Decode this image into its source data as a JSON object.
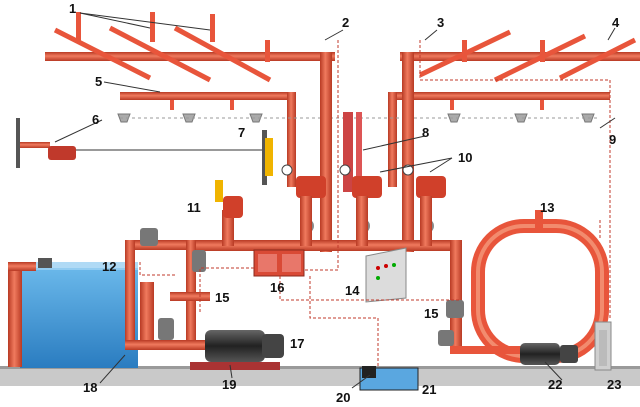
{
  "labels": {
    "l1": "1",
    "l2": "2",
    "l3": "3",
    "l4": "4",
    "l5": "5",
    "l6": "6",
    "l7": "7",
    "l8": "8",
    "l9": "9",
    "l10": "10",
    "l11": "11",
    "l12": "12",
    "l13": "13",
    "l14": "14",
    "l15a": "15",
    "l15b": "15",
    "l16": "16",
    "l17": "17",
    "l18": "18",
    "l19": "19",
    "l20": "20",
    "l21": "21",
    "l22": "22",
    "l23": "23"
  },
  "colors": {
    "pipe": "#e8553b",
    "pipe_dark": "#b83a24",
    "water": "#3d9ad8",
    "signal": "#c0392b",
    "ground": "#c7c7c7"
  }
}
